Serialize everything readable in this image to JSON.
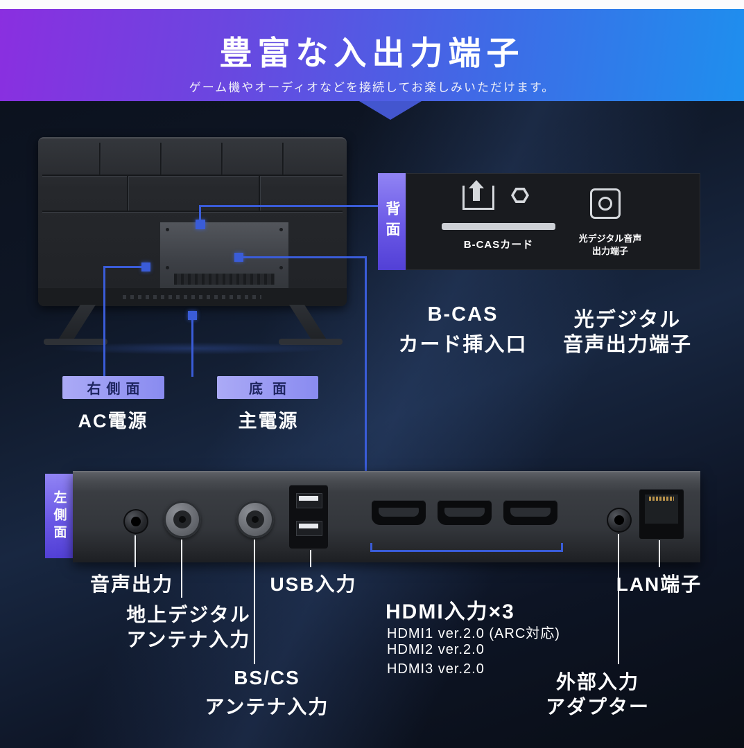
{
  "header": {
    "title": "豊富な入出力端子",
    "subtitle": "ゲーム機やオーディオなどを接続してお楽しみいただけます。"
  },
  "rear": {
    "tab": "背面",
    "bcas_slot_label": "B-CASカード",
    "optical_label_line1": "光デジタル音声",
    "optical_label_line2": "出力端子",
    "bcas_caption_line1": "B-CAS",
    "bcas_caption_line2": "カード挿入口",
    "optical_caption_line1": "光デジタル",
    "optical_caption_line2": "音声出力端子"
  },
  "tv": {
    "right_side_chip": "右側面",
    "right_side_caption": "AC電源",
    "bottom_chip": "底面",
    "bottom_caption": "主電源"
  },
  "side": {
    "tab": "左側面",
    "audio_out": "音声出力",
    "usb": "USB入力",
    "lan": "LAN端子",
    "terrestrial_line1": "地上デジタル",
    "terrestrial_line2": "アンテナ入力",
    "bscs_line1": "BS/CS",
    "bscs_line2": "アンテナ入力",
    "hdmi_title": "HDMI入力×3",
    "hdmi_details": [
      "HDMI1 ver.2.0 (ARC対応)",
      "HDMI2 ver.2.0",
      "HDMI3 ver.2.0"
    ],
    "ext_line1": "外部入力",
    "ext_line2": "アダプター"
  },
  "colors": {
    "banner_purple": "#8a2fe0",
    "banner_blue": "#1e8fee",
    "callout_blue": "#3a5cd8",
    "tab_purple": "#6a58e6",
    "chip_purple": "#9a9bf2",
    "background_navy": "#0e1625"
  }
}
